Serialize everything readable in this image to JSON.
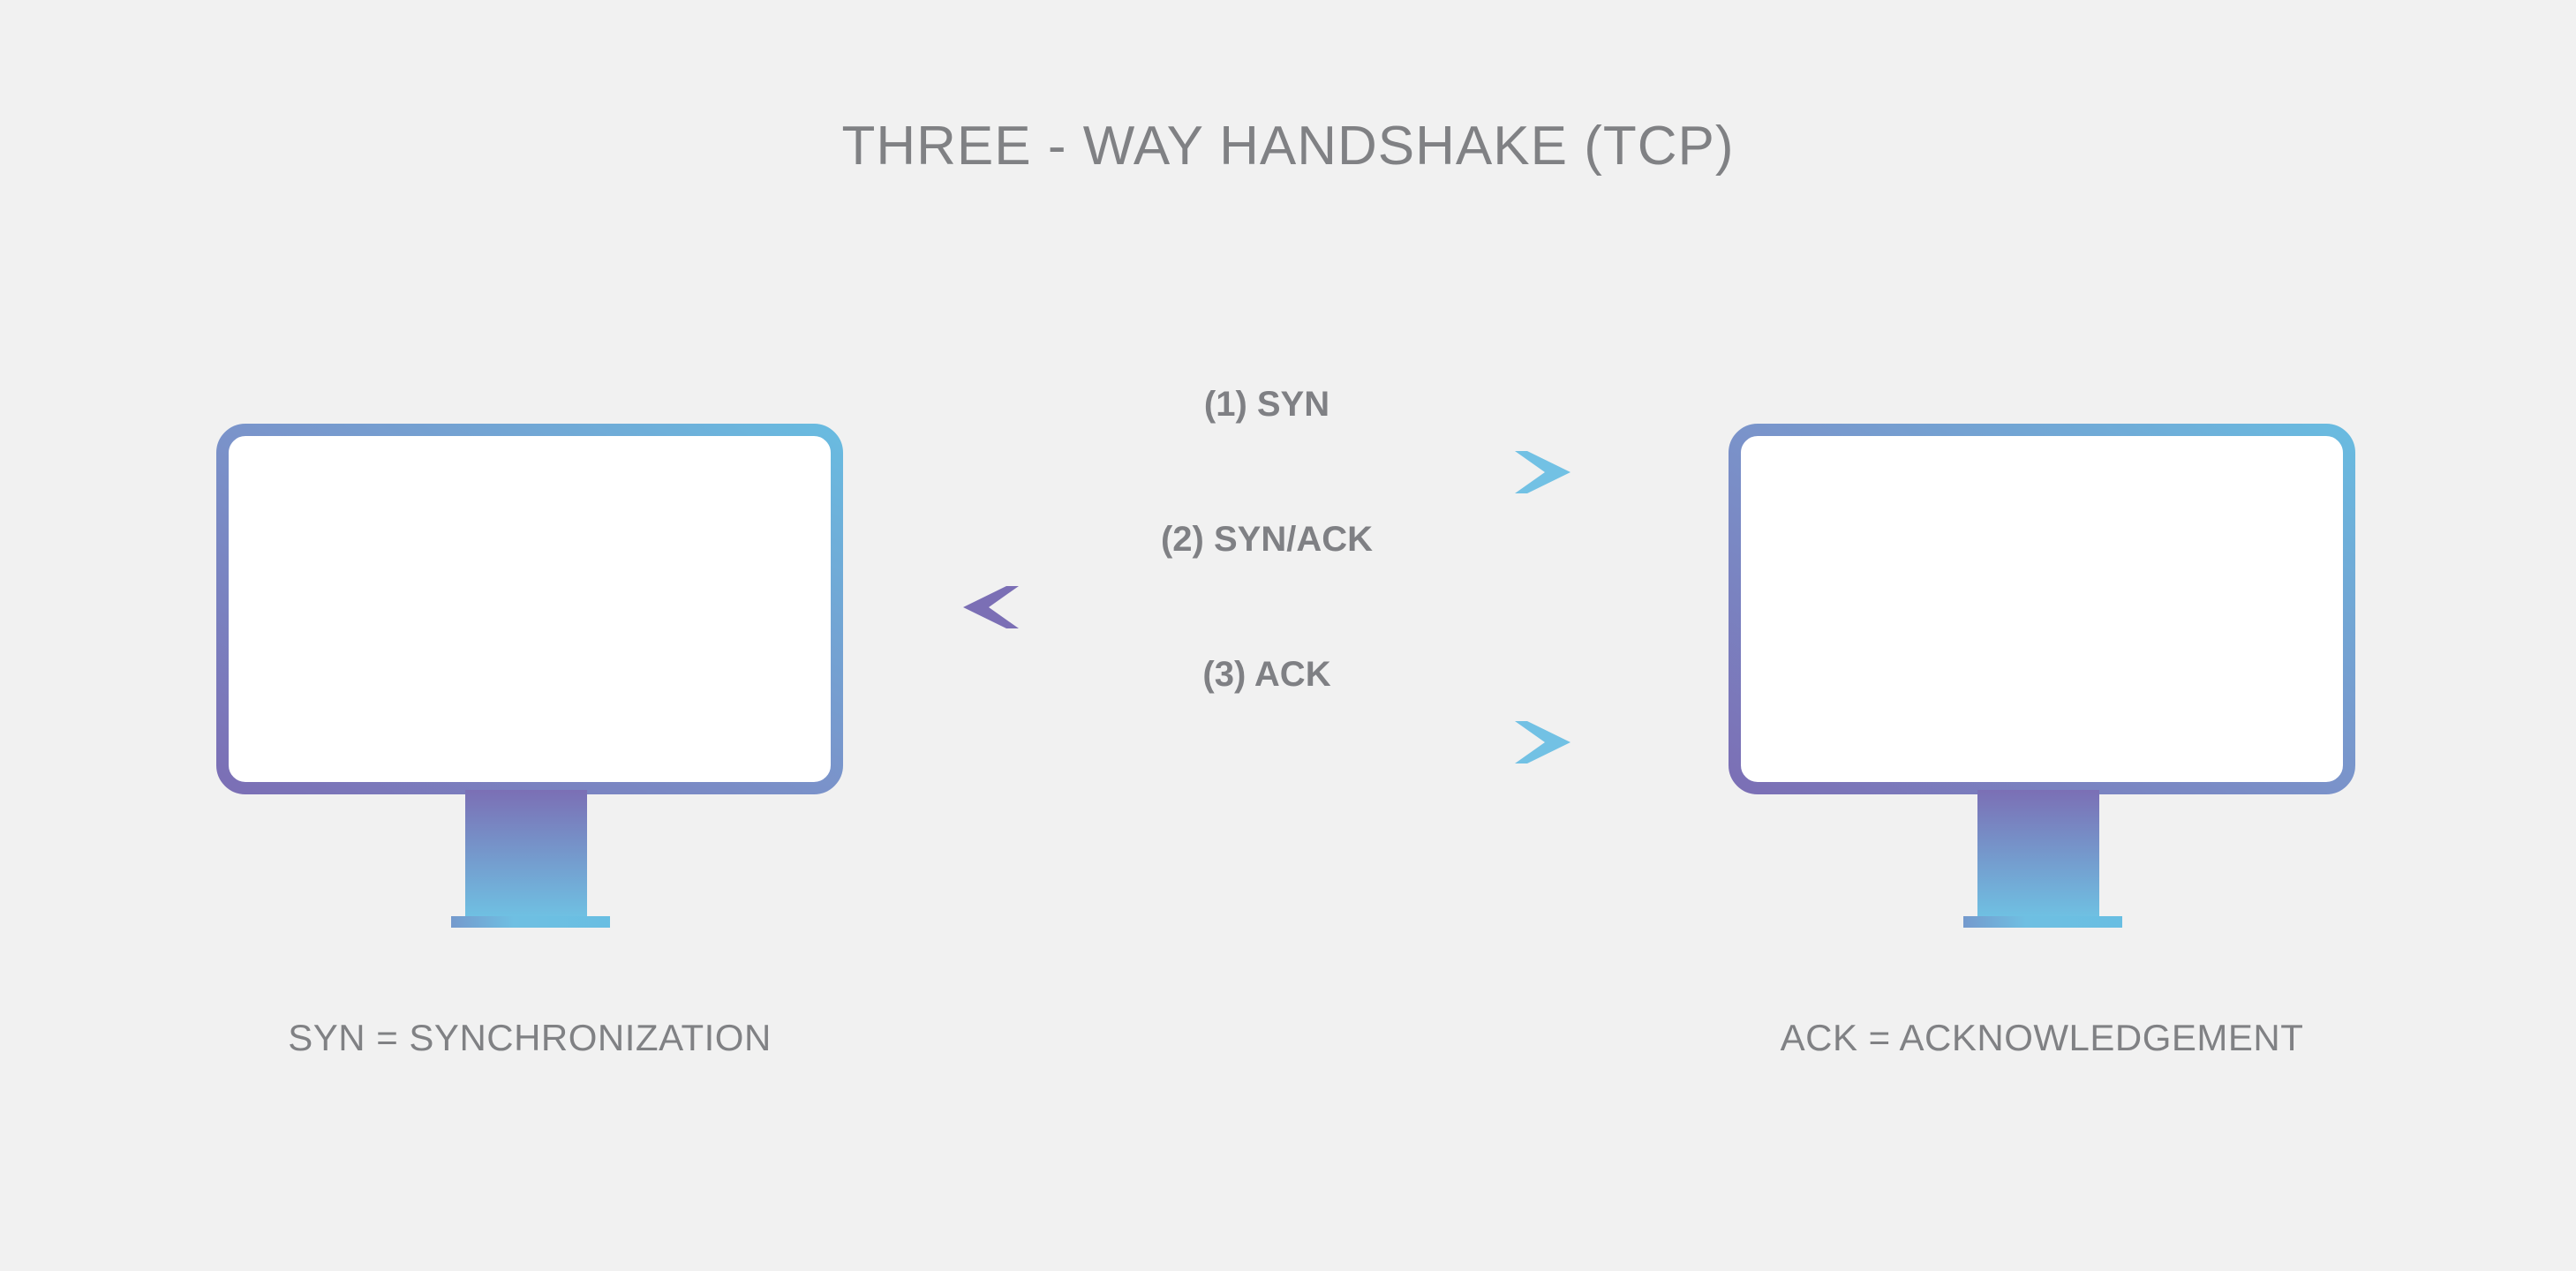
{
  "page": {
    "background_color": "#f1f1f1",
    "title": "THREE - WAY HANDSHAKE (TCP)",
    "title_color": "#808184"
  },
  "palette": {
    "purple": "#7b6fb5",
    "periwinkle": "#7a8ac6",
    "blue": "#69bbe0",
    "light_blue": "#72c1e4",
    "text_gray": "#808184",
    "label_gray": "#7f8084",
    "screen_fill": "#ffffff"
  },
  "nodes": [
    {
      "id": "client",
      "icon": "monitor-icon",
      "caption": "SYN = SYNCHRONIZATION"
    },
    {
      "id": "server",
      "icon": "monitor-icon",
      "caption": "ACK = ACKNOWLEDGEMENT"
    }
  ],
  "messages": [
    {
      "step": 1,
      "label": "(1) SYN",
      "direction": "right",
      "from": "client",
      "to": "server",
      "arrowhead": "right"
    },
    {
      "step": 2,
      "label": "(2) SYN/ACK",
      "direction": "left",
      "from": "server",
      "to": "client",
      "arrowhead": "left"
    },
    {
      "step": 3,
      "label": "(3) ACK",
      "direction": "right",
      "from": "client",
      "to": "server",
      "arrowhead": "right"
    }
  ],
  "legend": {
    "syn": "SYN = SYNCHRONIZATION",
    "ack": "ACK = ACKNOWLEDGEMENT"
  }
}
